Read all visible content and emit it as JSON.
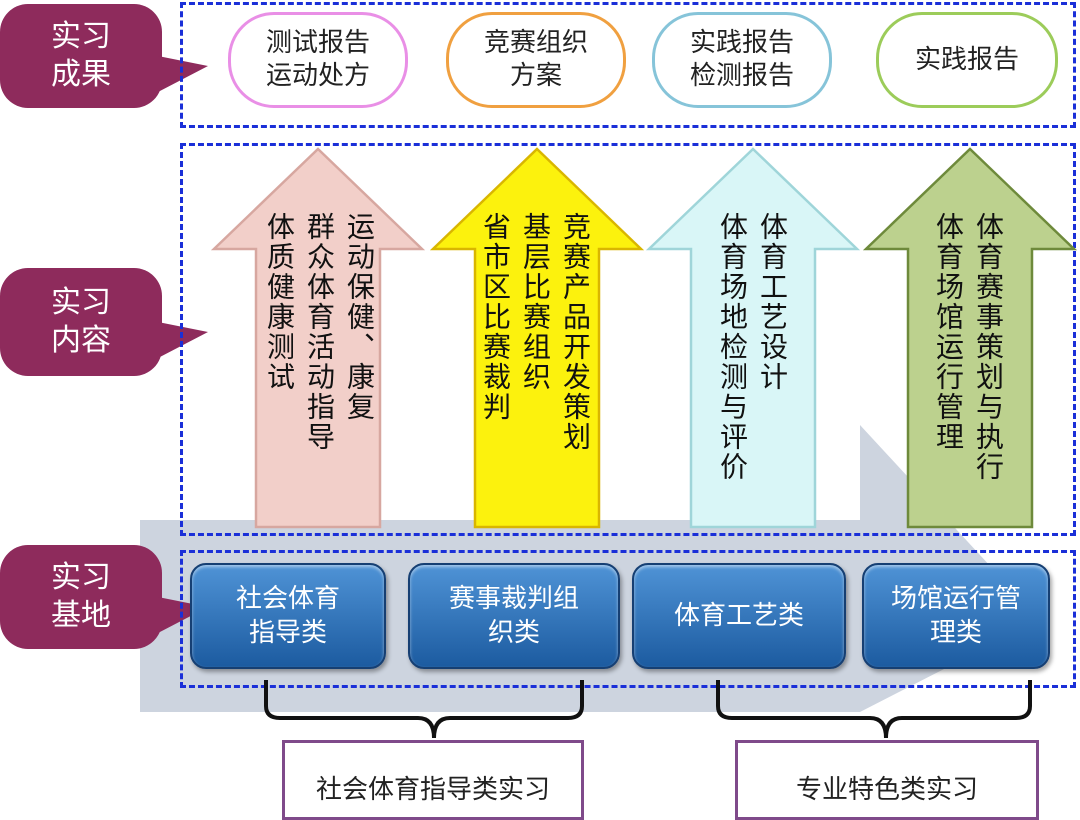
{
  "labels": {
    "results": [
      "实习",
      "成果"
    ],
    "content": [
      "实习",
      "内容"
    ],
    "base": [
      "实习",
      "基地"
    ]
  },
  "results": [
    {
      "text": "测试报告\n运动处方",
      "color": "#e98fe6"
    },
    {
      "text": "竞赛组织\n方案",
      "color": "#f0a040"
    },
    {
      "text": "实践报告\n检测报告",
      "color": "#86c4d9"
    },
    {
      "text": "实践报告",
      "color": "#9ccc5a"
    }
  ],
  "arrows": [
    {
      "fill": "#f2cfc9",
      "stroke": "#d7a7a0",
      "columns": [
        "运动保健、康复",
        "群众体育活动指导",
        "体质健康测试"
      ]
    },
    {
      "fill": "#fcf20d",
      "stroke": "#d9b600",
      "columns": [
        "竞赛产品开发策划",
        "基层比赛组织",
        "省市区比赛裁判"
      ]
    },
    {
      "fill": "#d9f6f7",
      "stroke": "#9fd5d9",
      "columns": [
        "体育工艺设计",
        "体育场地检测与评价"
      ]
    },
    {
      "fill": "#bcd18e",
      "stroke": "#6e8a3b",
      "columns": [
        "体育赛事策划与执行",
        "体育场馆运行管理"
      ]
    }
  ],
  "bases": [
    {
      "text": "社会体育\n指导类"
    },
    {
      "text": "赛事裁判组\n织类"
    },
    {
      "text": "体育工艺类"
    },
    {
      "text": "场馆运行管\n理类"
    }
  ],
  "groups": [
    {
      "text": "社会体育指导类实习"
    },
    {
      "text": "专业特色类实习"
    }
  ]
}
